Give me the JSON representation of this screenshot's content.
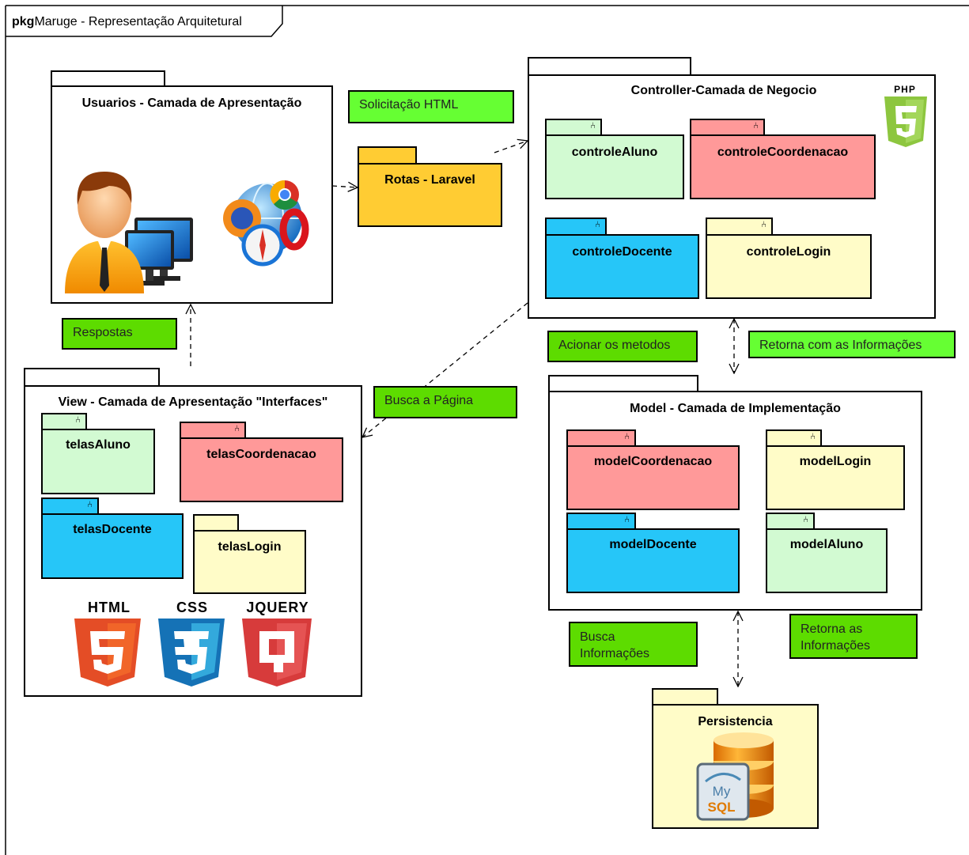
{
  "frame": {
    "keyword": "pkg",
    "name": "Maruge - Representação Arquitetural"
  },
  "packages": {
    "usuarios": "Usuarios - Camada de Apresentação",
    "rotas": "Rotas - Laravel",
    "controller": "Controller-Camada de Negocio",
    "view": "View - Camada de Apresentação \"Interfaces\"",
    "model": "Model - Camada de Implementação",
    "persistencia": "Persistencia"
  },
  "subpackages": {
    "controleAluno": "controleAluno",
    "controleCoordenacao": "controleCoordenacao",
    "controleDocente": "controleDocente",
    "controleLogin": "controleLogin",
    "telasAluno": "telasAluno",
    "telasCoordenacao": "telasCoordenacao",
    "telasDocente": "telasDocente",
    "telasLogin": "telasLogin",
    "modelCoordenacao": "modelCoordenacao",
    "modelLogin": "modelLogin",
    "modelDocente": "modelDocente",
    "modelAluno": "modelAluno"
  },
  "notes": {
    "solicitacao": "Solicitação HTML",
    "respostas": "Respostas",
    "busca_pagina": "Busca a Página",
    "acionar": "Acionar os metodos",
    "retorna_com": "Retorna com as Informações",
    "busca_info_1": "Busca",
    "busca_info_2": "Informações",
    "retorna_as_1": "Retorna as",
    "retorna_as_2": "Informações"
  },
  "logos": {
    "php": "PHP",
    "html": "HTML",
    "css": "CSS",
    "jquery": "JQUERY",
    "mysql_1": "My",
    "mysql_2": "SQL"
  },
  "colors": {
    "note_green": "#5ddc00",
    "note_lime": "#66ff33",
    "pkg_green": "#d2fad2",
    "pkg_red": "#ff9999",
    "pkg_blue": "#26c6f8",
    "pkg_yellow": "#fffcc8",
    "pkg_orange": "#ffcc33",
    "html5": "#e44d26",
    "css3": "#1572b6",
    "jquery": "#d73b3b",
    "php5": "#8dc63f"
  },
  "icons": [
    "user-at-computer-icon",
    "web-browsers-icon",
    "php5-logo",
    "html5-logo",
    "css3-logo",
    "jquery-logo",
    "mysql-database-icon",
    "fork-icon"
  ]
}
